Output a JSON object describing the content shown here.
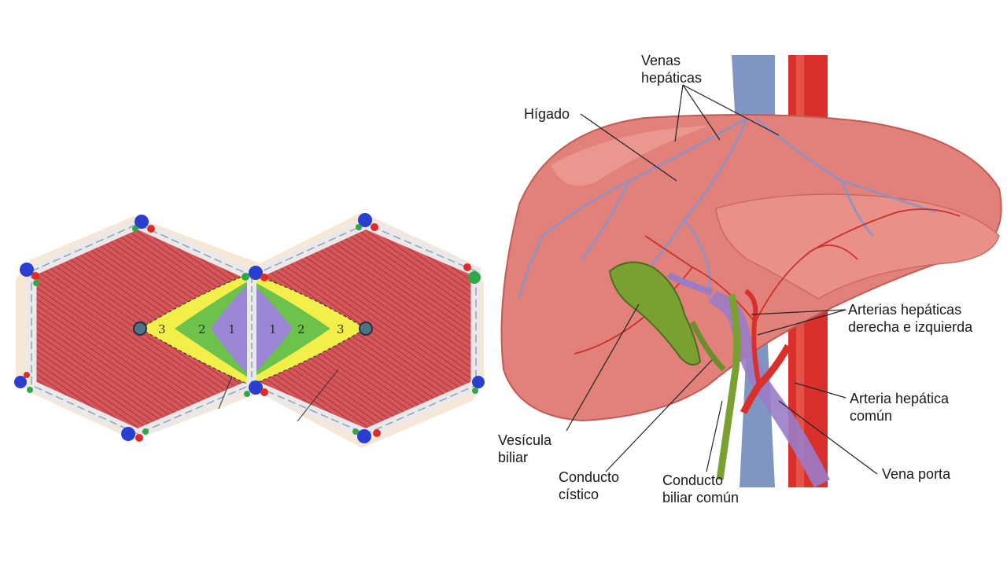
{
  "lobule": {
    "zone_numbers": [
      "3",
      "2",
      "1"
    ]
  },
  "liver": {
    "labels": {
      "venas_line1": "Venas",
      "venas_line2": "hepáticas",
      "higado": "Hígado",
      "arterias_line1": "Arterias hepáticas",
      "arterias_line2": "derecha e izquierda",
      "arteria_comun_line1": "Arteria hepática",
      "arteria_comun_line2": "común",
      "vena_porta": "Vena porta",
      "vesicula_line1": "Vesícula",
      "vesicula_line2": "biliar",
      "cistico_line1": "Conducto",
      "cistico_line2": "cístico",
      "biliar_line1": "Conducto",
      "biliar_line2": "biliar común"
    }
  },
  "colors": {
    "parenchyma": "#d7565a",
    "zone3": "#f3ef4a",
    "zone2": "#6cc24a",
    "zone1": "#9b86d6",
    "liver": "#e2807a",
    "aorta": "#d9302b",
    "vena_cava": "#7f96c2",
    "gallbladder": "#7aa032",
    "portal": "#9a7cc6"
  }
}
